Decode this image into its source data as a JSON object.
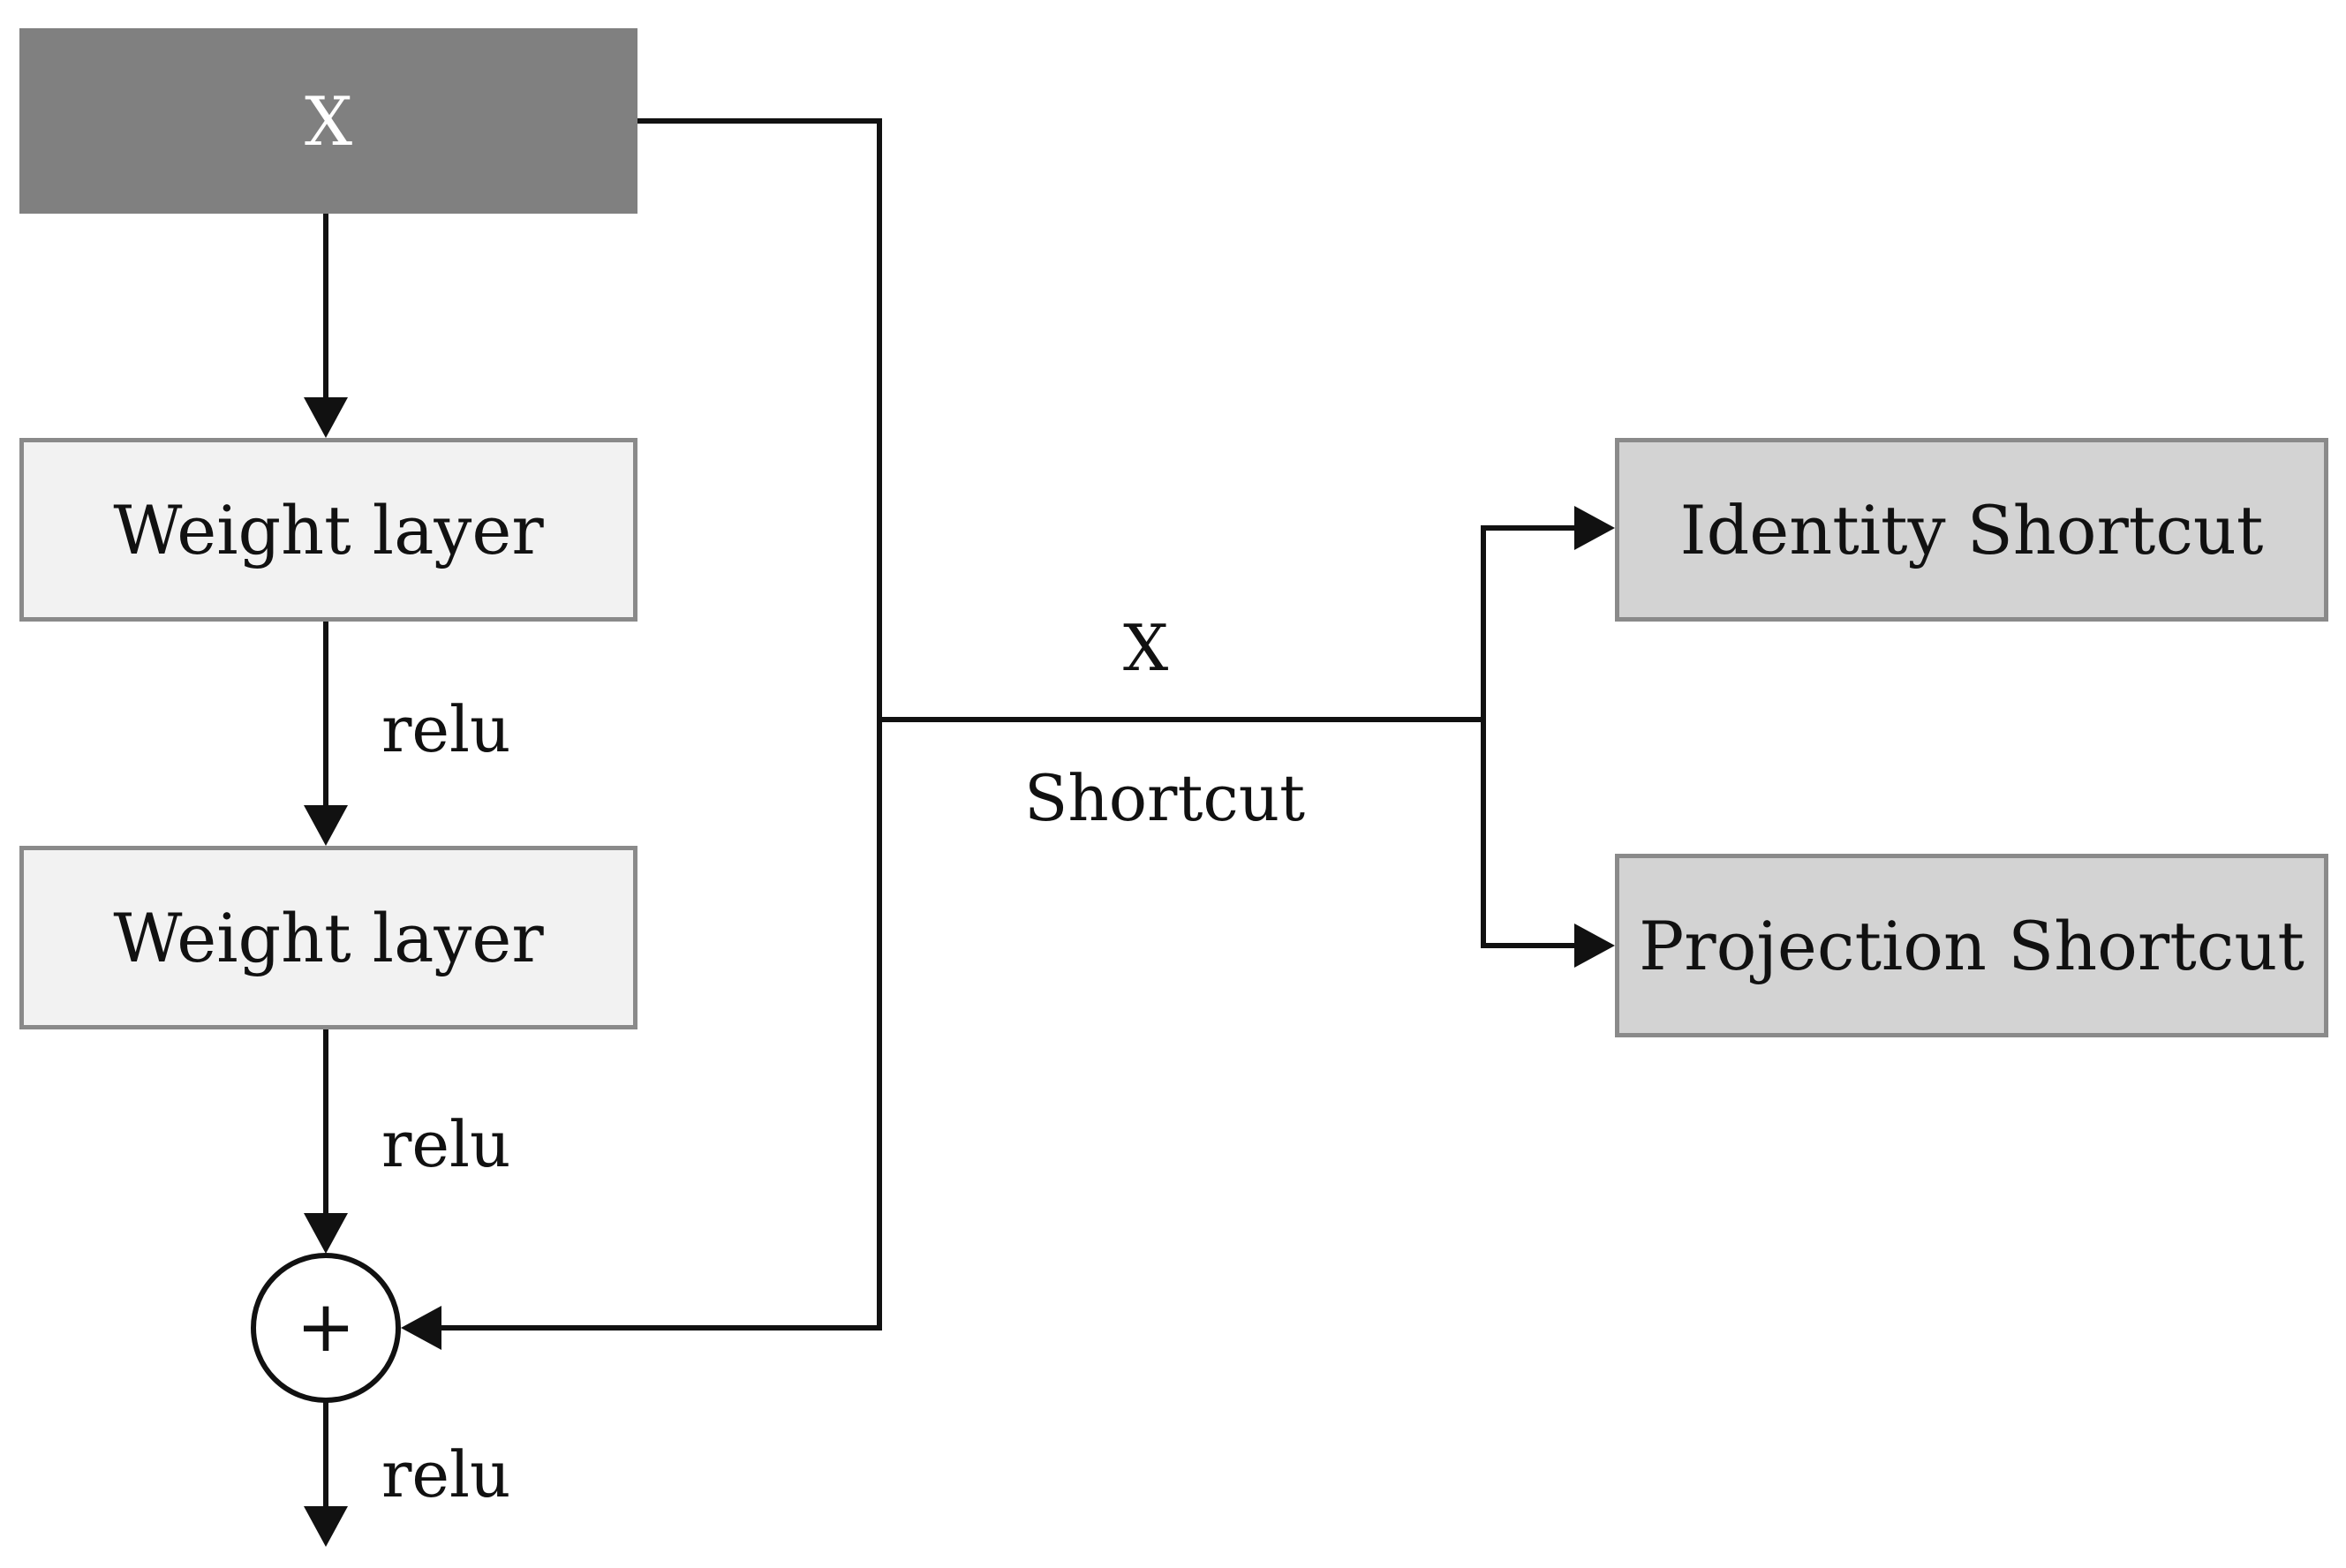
{
  "diagram": {
    "input_label": "X",
    "layers": [
      "Weight layer",
      "Weight layer"
    ],
    "activations": [
      "relu",
      "relu",
      "relu"
    ],
    "add_symbol": "+",
    "shortcut": {
      "input_label": "X",
      "label": "Shortcut",
      "types": [
        "Identity Shortcut",
        "Projection Shortcut"
      ]
    }
  }
}
